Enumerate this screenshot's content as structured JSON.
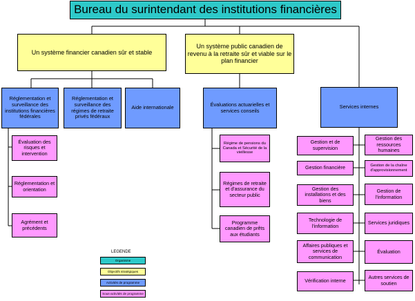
{
  "root": "Bureau du surintendant des institutions financières",
  "objectives": [
    "Un système financier canadien sûr et stable",
    "Un système public canadien de revenu à la retraite sûr et viable sur le plan financier"
  ],
  "programs": {
    "regl": "Réglementation et surveillance des institutions financières fédérales",
    "retraite": "Réglementation et surveillance des régimes de retraite privés fédéraux",
    "aide": "Aide internationale",
    "actuarielles": "Évaluations actuarielles et services conseils",
    "internes": "Services internes"
  },
  "subs_regl": [
    "Évaluation des risques et intervention",
    "Réglementation et orientation",
    "Agrément et précédents"
  ],
  "subs_act": [
    "Régime de pensions du Canada et Sécurité de la vieillesse",
    "Régimes de retraite et d'assurance du secteur public",
    "Programme canadien de prêts aux étudiants"
  ],
  "subs_int_left": [
    "Gestion et de supervision",
    "Gestion financière",
    "Gestion des installations et des biens",
    "Technologie de l'information",
    "Affaires publiques et services de communication",
    "Vérification interne"
  ],
  "subs_int_right": [
    "Gestion des ressources humaines",
    "Gestion de la chaîne d'approvisionnement",
    "Gestion de l'information",
    "Services juridiques",
    "Évaluation",
    "Autres services de soutien"
  ],
  "legend": {
    "title": "LEGENDE",
    "items": [
      "Organisme",
      "Objectifs stratégiques",
      "Activités de programme",
      "Sous-activités de programme"
    ]
  },
  "colors": {
    "organisme": "#2ec9c9",
    "objectif": "#ffff99",
    "programme": "#6f9bff",
    "sous_activite": "#ff99ff"
  }
}
